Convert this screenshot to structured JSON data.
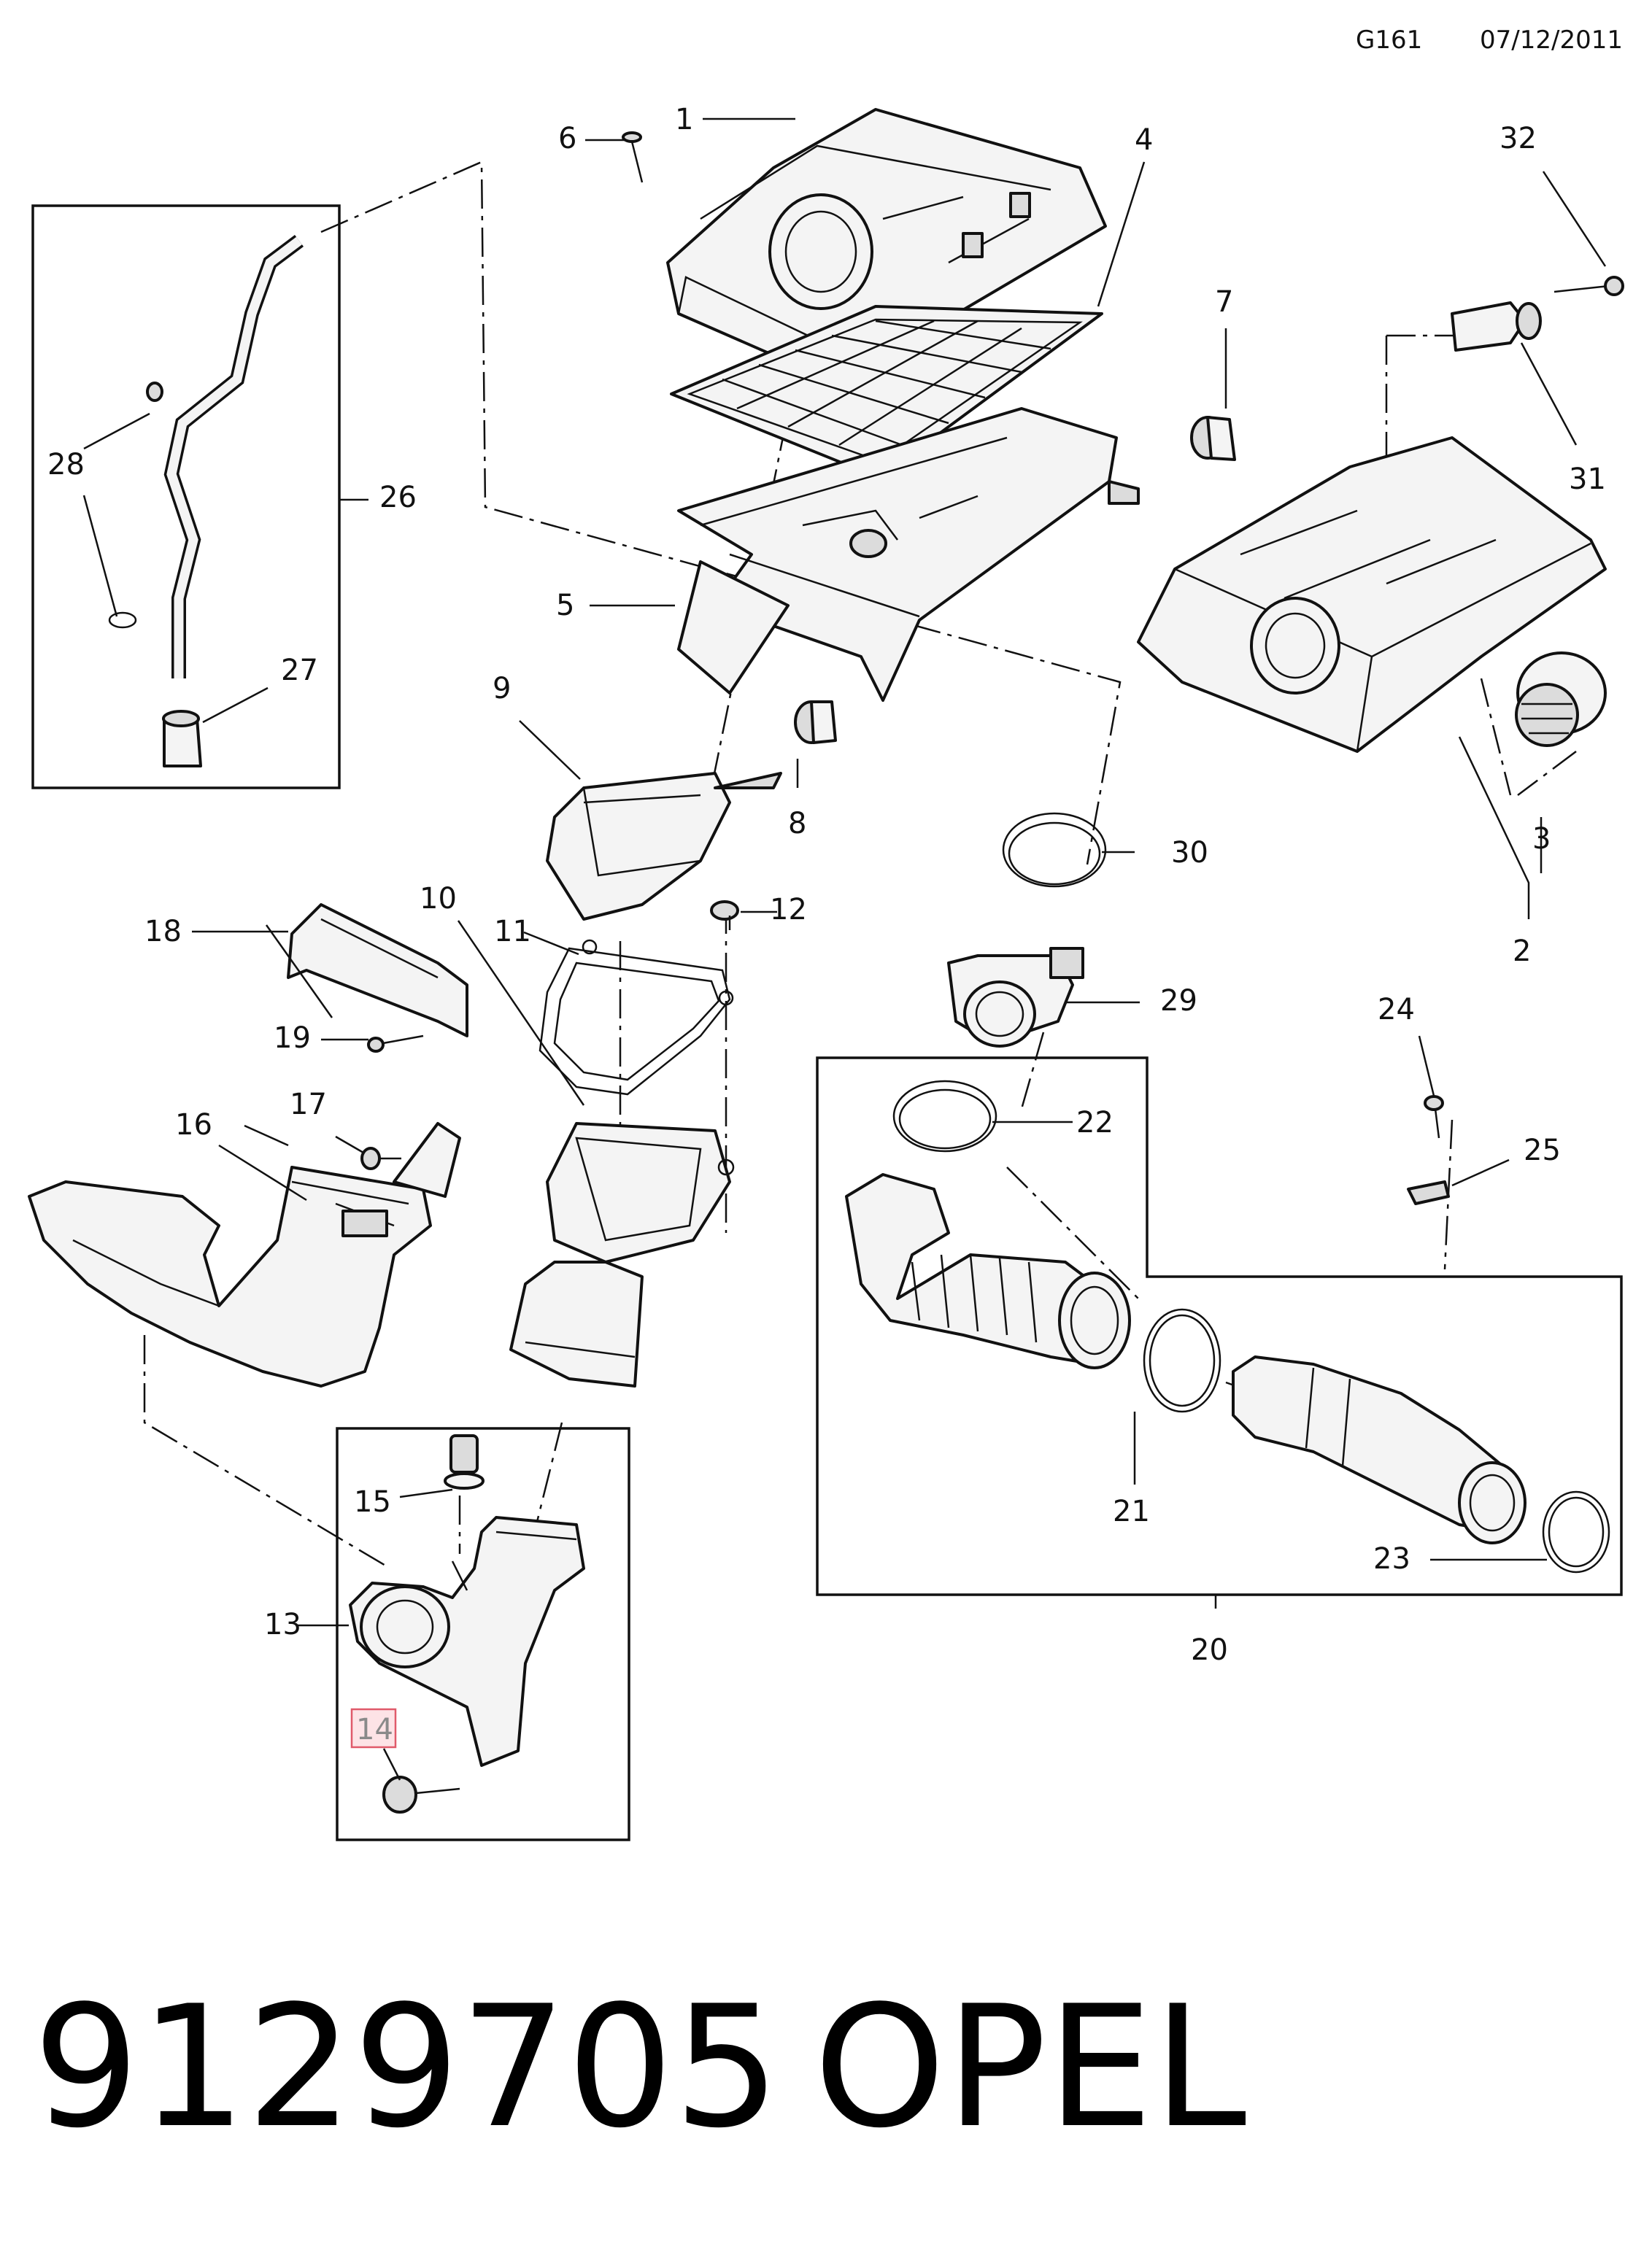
{
  "header": {
    "code": "G161",
    "date": "07/12/2011"
  },
  "footer": {
    "part_number": "9129705",
    "brand": "OPEL"
  },
  "highlighted_callout": "14",
  "callouts": [
    "1",
    "2",
    "3",
    "4",
    "5",
    "6",
    "7",
    "8",
    "9",
    "10",
    "11",
    "12",
    "13",
    "14",
    "15",
    "16",
    "17",
    "18",
    "19",
    "20",
    "21",
    "22",
    "23",
    "24",
    "25",
    "26",
    "27",
    "28",
    "29",
    "30",
    "31",
    "32"
  ]
}
